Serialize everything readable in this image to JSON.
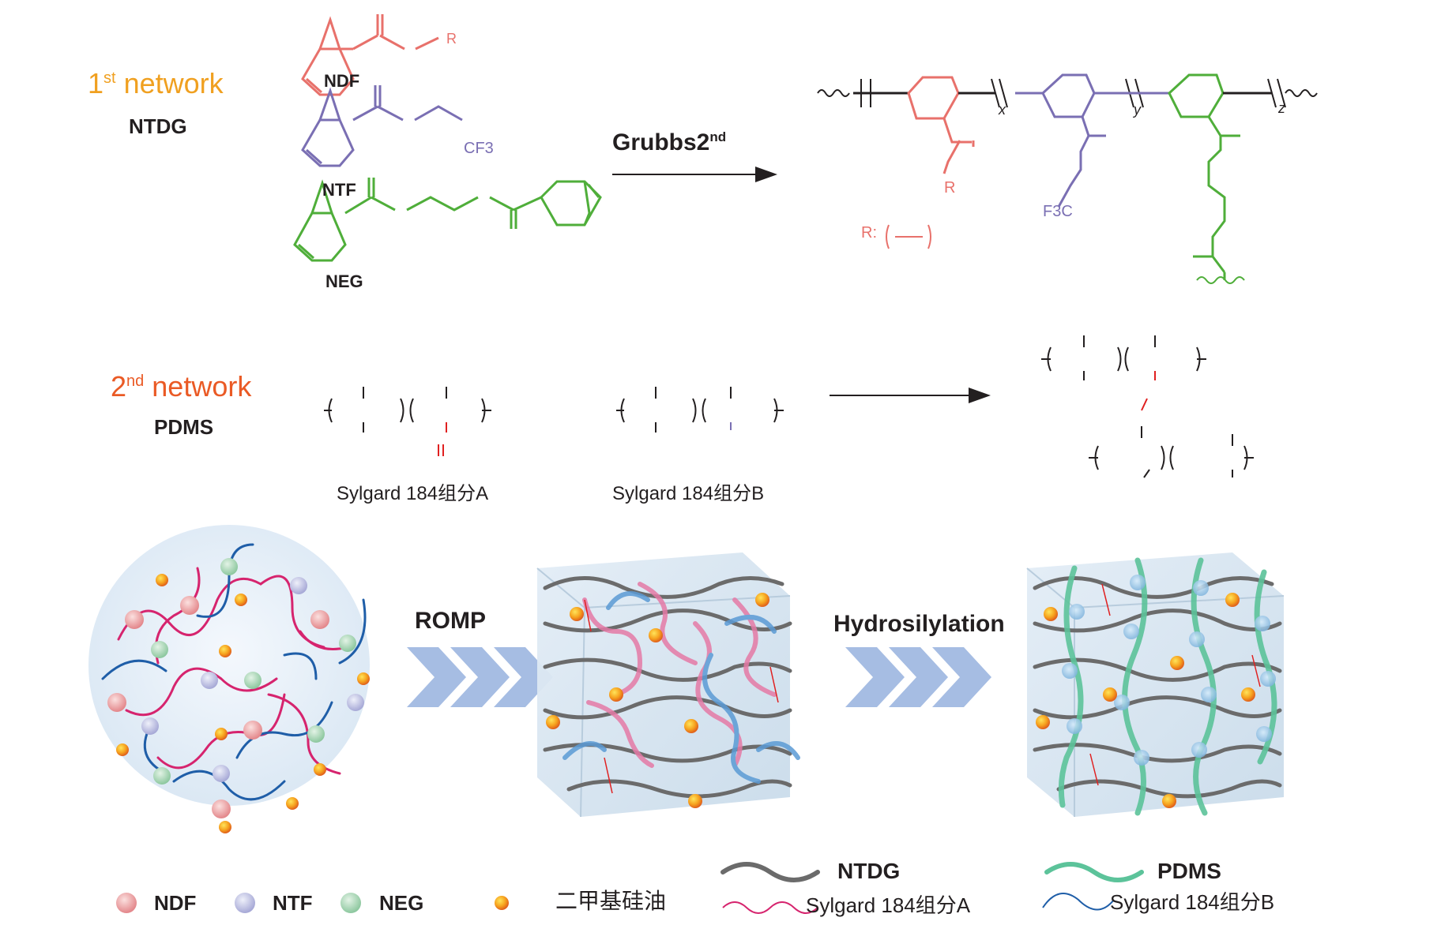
{
  "colors": {
    "ndf": "#e8716b",
    "ntf": "#7a6fb3",
    "neg": "#4fae3a",
    "network1": "#f0a020",
    "network2": "#ea5a25",
    "ntdg_chain": "#6b6b6b",
    "pdms_chain": "#5cc39a",
    "sylgard_a": "#d6246e",
    "sylgard_b": "#1f5ea8",
    "vinyl_red": "#e02020",
    "arrow_chevron": "#9db6e0"
  },
  "network1": {
    "label": "1st network",
    "label_main": "1",
    "label_sup": "st",
    "label_tail": " network",
    "name": "NTDG",
    "monomers": [
      "NDF",
      "NTF",
      "NEG"
    ],
    "catalyst": "Grubbs2nd",
    "catalyst_main": "Grubbs2",
    "catalyst_sup": "nd",
    "r_label": "R:",
    "ester_substituent": "R",
    "cf3": "CF3",
    "f3c": "F3C",
    "subscripts": [
      "x",
      "y",
      "z"
    ]
  },
  "network2": {
    "label_main": "2",
    "label_sup": "nd",
    "label_tail": " network",
    "name": "PDMS",
    "component_a": "Sylgard 184组分A",
    "component_b": "Sylgard 184组分B"
  },
  "process": {
    "step1": "ROMP",
    "step2": "Hydrosilylation"
  },
  "legend": {
    "ndf": "NDF",
    "ntf": "NTF",
    "neg": "NEG",
    "oil": "二甲基硅油",
    "ntdg": "NTDG",
    "pdms": "PDMS",
    "sylgard_a": "Sylgard 184组分A",
    "sylgard_b": "Sylgard 184组分B"
  }
}
